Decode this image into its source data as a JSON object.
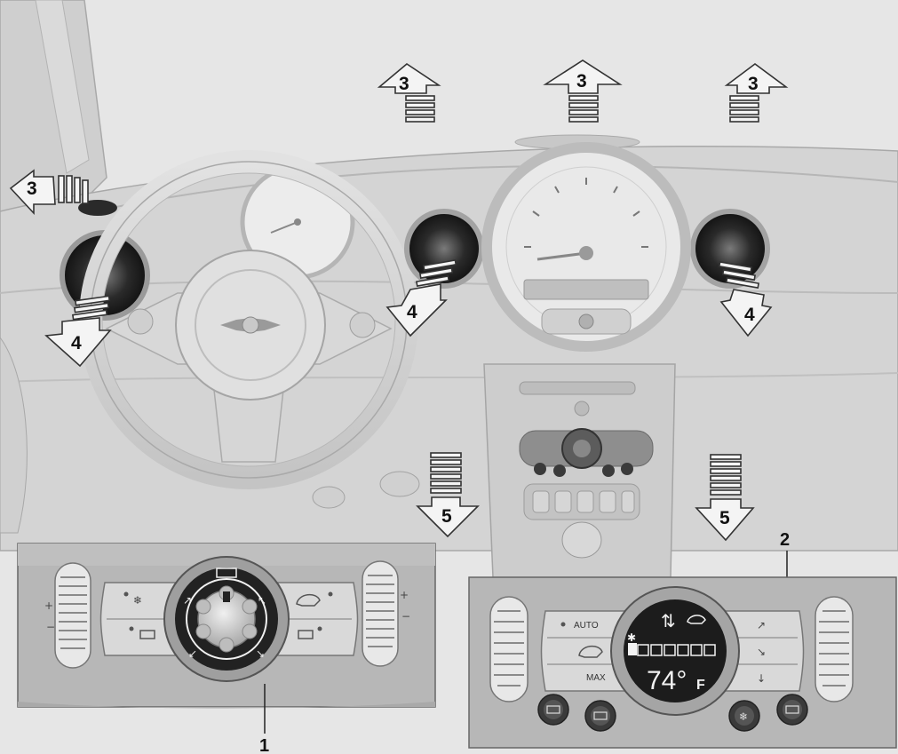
{
  "airflow_arrows": {
    "up_windshield": "3",
    "side_window": "3",
    "dash_vents": "4",
    "footwell": "5"
  },
  "callouts": {
    "manual_panel": "1",
    "automatic_panel": "2"
  },
  "automatic_panel": {
    "auto_label": "AUTO",
    "max_label": "MAX",
    "temperature": "74°",
    "unit": "F"
  },
  "colors": {
    "panel": "#b9b9b9",
    "dashboard": "#d2d2d2",
    "arrow_fill": "#f4f4f4",
    "lcd": "#1c1c1c"
  }
}
